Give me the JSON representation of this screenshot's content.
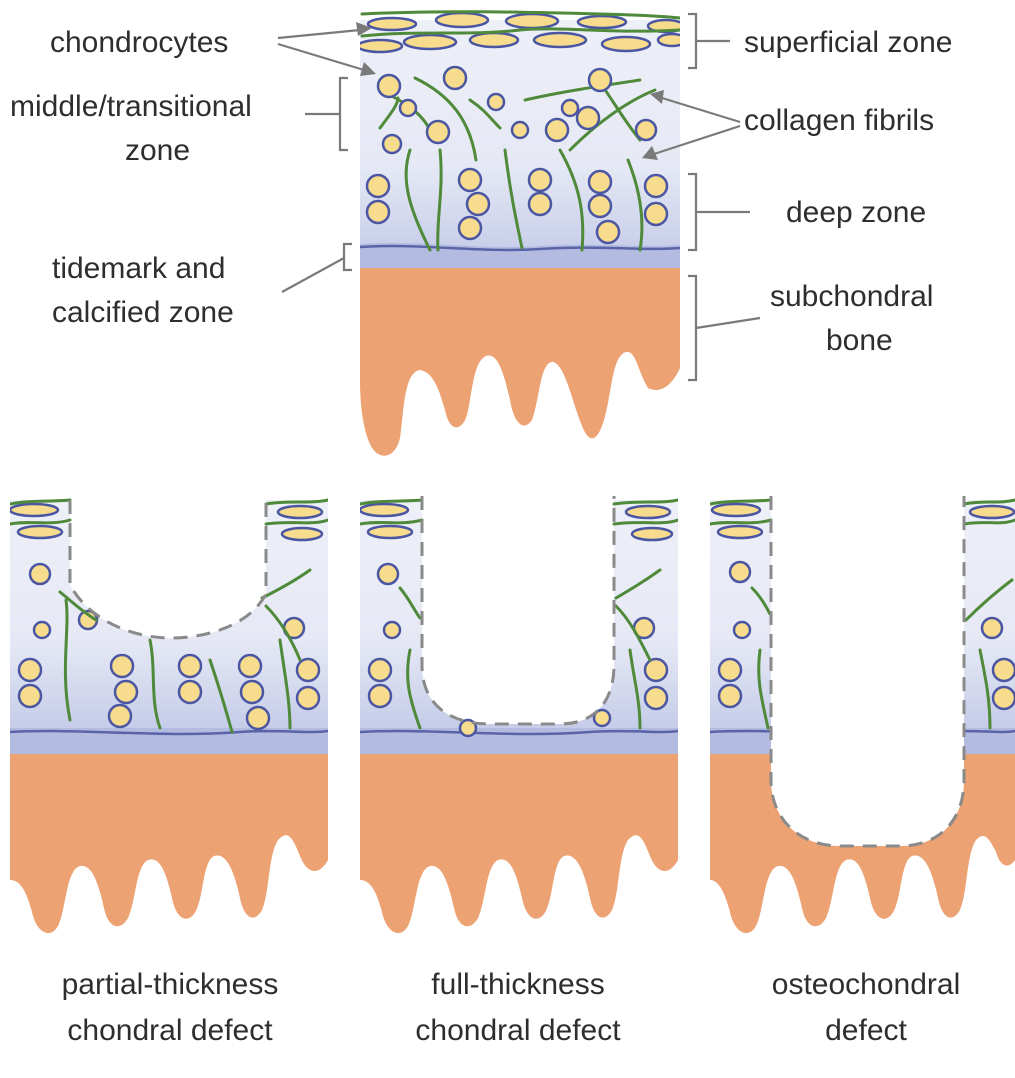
{
  "colors": {
    "bone": "#eda274",
    "cartilage_top": "#eceef7",
    "cartilage_bottom": "#c7cde9",
    "tidemark": "#5963a8",
    "cell_fill": "#f6dc8c",
    "cell_stroke": "#4b56a3",
    "fibril": "#4f8a3a",
    "defect_outline": "#8a8a8a",
    "text": "#2e2e2e"
  },
  "labels": {
    "chondrocytes": "chondrocytes",
    "middle_zone": [
      "middle/transitional",
      "zone"
    ],
    "tidemark": [
      "tidemark and",
      "calcified zone"
    ],
    "superficial_zone": "superficial zone",
    "collagen_fibrils": "collagen fibrils",
    "deep_zone": "deep zone",
    "subchondral_bone": [
      "subchondral",
      "bone"
    ]
  },
  "panels": [
    {
      "key": "partial",
      "caption": [
        "partial-thickness",
        "chondral defect"
      ]
    },
    {
      "key": "full",
      "caption": [
        "full-thickness",
        "chondral defect"
      ]
    },
    {
      "key": "osteo",
      "caption": [
        "osteochondral",
        "defect"
      ]
    }
  ]
}
